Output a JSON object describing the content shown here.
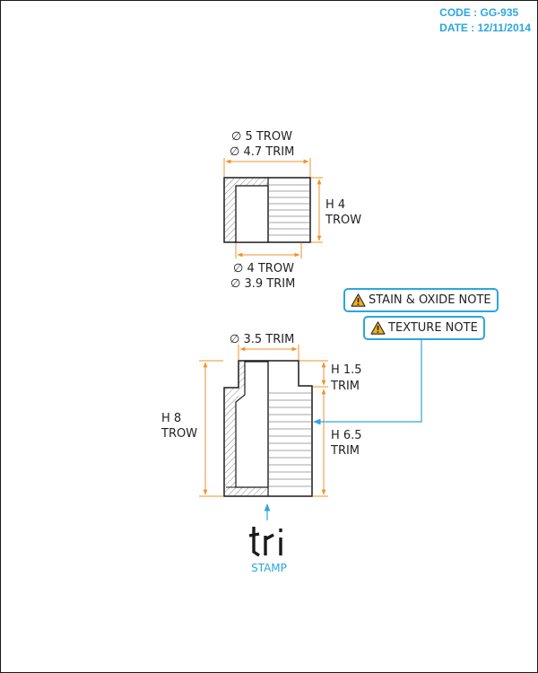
{
  "header": {
    "code": "CODE : GG-935",
    "date": "DATE : 12/11/2014"
  },
  "part_top": {
    "dim_top_line1": "∅ 5 TROW",
    "dim_top_line2": "∅ 4.7 TRIM",
    "dim_right_line1": "H 4",
    "dim_right_line2": "TROW",
    "dim_bottom_line1": "∅ 4 TROW",
    "dim_bottom_line2": "∅ 3.9 TRIM"
  },
  "part_bottom": {
    "dim_top": "∅ 3.5 TRIM",
    "dim_left_line1": "H 8",
    "dim_left_line2": "TROW",
    "dim_right_top_line1": "H 1.5",
    "dim_right_top_line2": "TRIM",
    "dim_right_bottom_line1": "H 6.5",
    "dim_right_bottom_line2": "TRIM"
  },
  "notes": {
    "stain_note": "STAIN & OXIDE NOTE",
    "texture_note": "TEXTURE NOTE"
  },
  "stamp": {
    "mark": "tri",
    "label": "STAMP"
  },
  "colors": {
    "dimension": "#f0922b",
    "accent": "#2ba6de",
    "line": "#1a1a1a"
  },
  "icons": {
    "warning": "warning-triangle-icon"
  }
}
